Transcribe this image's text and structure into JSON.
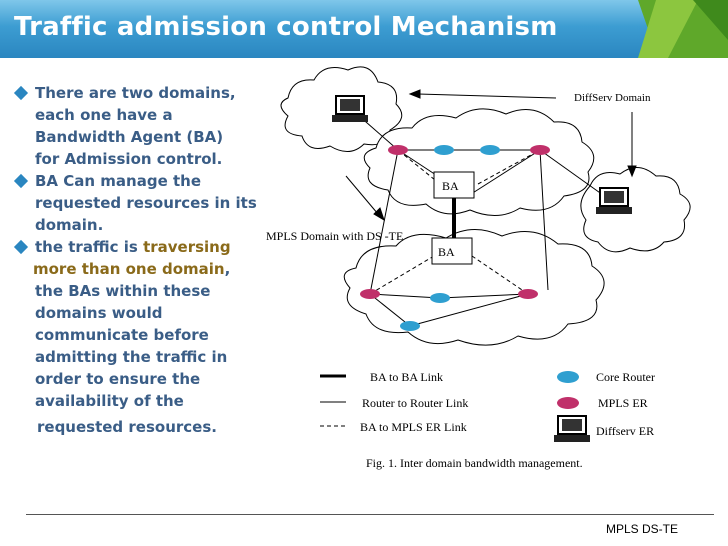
{
  "slide": {
    "title": "Traffic admission control Mechanism",
    "footer": "MPLS DS-TE",
    "bullets": [
      {
        "lines": [
          "There are two domains,",
          "each one have a",
          "Bandwidth Agent (BA)",
          "for Admission control."
        ]
      },
      {
        "lines": [
          "BA Can manage the",
          "requested resources in its",
          "domain."
        ]
      },
      {
        "prefix": "the traffic is ",
        "highlight": "traversing",
        "lines2": []
      }
    ],
    "bullet3_line2_highlight": "more than one domain",
    "bullet3_line2_rest": ",",
    "bullet3_rest": [
      "the BAs within these",
      "domains would",
      "communicate before",
      "admitting the traffic in",
      "order to ensure the",
      "availability of the"
    ],
    "bullet3_last": "requested resources."
  },
  "figure": {
    "labels": {
      "diffserv_domain": "DiffServ Domain",
      "mpls_domain": "MPLS Domain with DS -TE",
      "ba_top": "BA",
      "ba_bottom": "BA"
    },
    "legend": {
      "ba_link": "BA to BA Link",
      "router_link": "Router to Router Link",
      "ba_mpls_link": "BA to MPLS ER Link",
      "core_router": "Core Router",
      "mpls_er": "MPLS ER",
      "diffserv_er": "Diffserv ER"
    },
    "caption": "Fig. 1.  Inter domain bandwidth management.",
    "colors": {
      "core_router": "#2f9fd0",
      "mpls_er": "#c0306a",
      "title_bar": "#2a86c0"
    }
  }
}
